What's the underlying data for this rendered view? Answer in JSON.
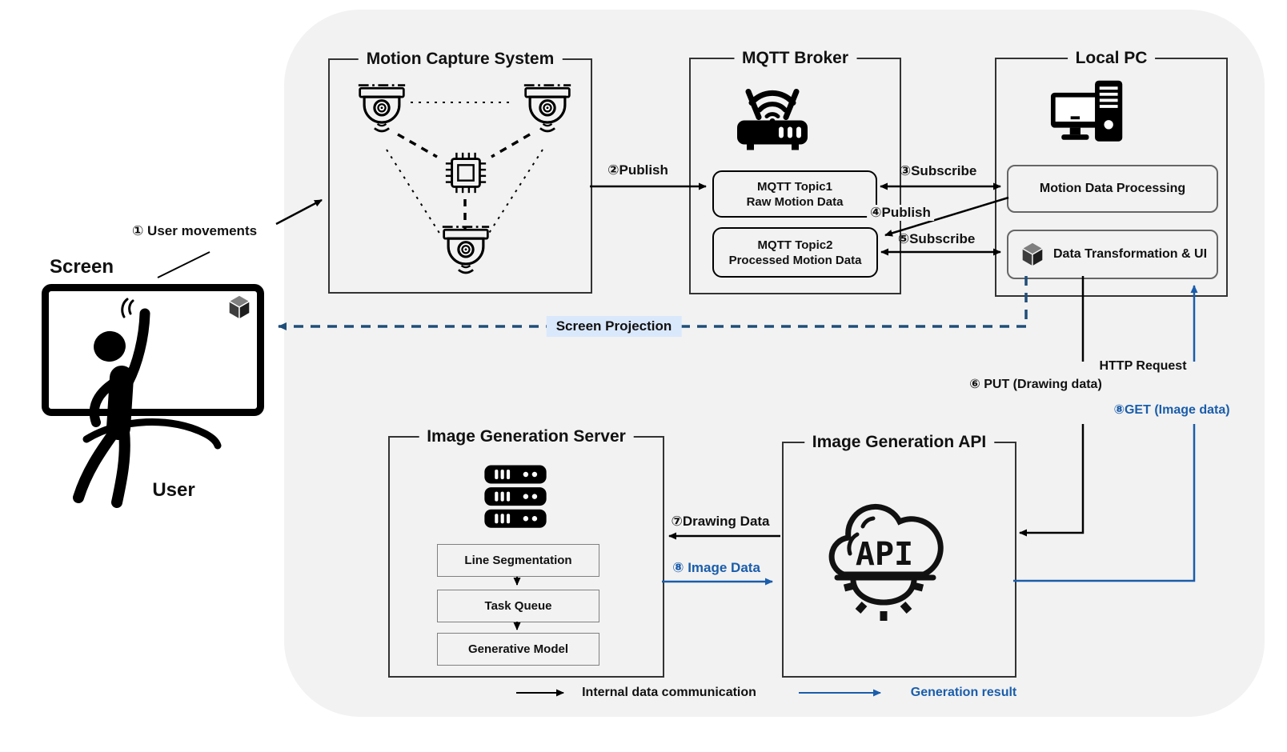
{
  "labels": {
    "screen": "Screen",
    "user": "User",
    "http_request": "HTTP Request",
    "screen_projection": "Screen Projection",
    "legend_internal": "Internal data communication",
    "legend_generation": "Generation result"
  },
  "edges": {
    "user_movements": "① User movements",
    "publish2": "②Publish",
    "subscribe3": "③Subscribe",
    "publish4": "④Publish",
    "subscribe5": "⑤Subscribe",
    "put6": "⑥ PUT (Drawing data)",
    "drawing7": "⑦Drawing Data",
    "image8": "⑧ Image Data",
    "get8": "⑧GET (Image data)"
  },
  "nodes": {
    "motion_capture": {
      "title": "Motion Capture System"
    },
    "mqtt_broker": {
      "title": "MQTT Broker",
      "topic1_line1": "MQTT Topic1",
      "topic1_line2": "Raw Motion Data",
      "topic2_line1": "MQTT Topic2",
      "topic2_line2": "Processed Motion Data"
    },
    "local_pc": {
      "title": "Local PC",
      "box1": "Motion Data Processing",
      "box2": "Data Transformation & UI"
    },
    "image_server": {
      "title": "Image Generation Server",
      "step1": "Line Segmentation",
      "step2": "Task Queue",
      "step3": "Generative Model"
    },
    "image_api": {
      "title": "Image Generation API",
      "icon_text": "API"
    }
  },
  "colors": {
    "arrow_black": "#000000",
    "generation_blue": "#1a5dab",
    "projection_blue": "#1f4e79",
    "projection_label_bg": "#dae8fc",
    "container_bg": "#f2f2f2"
  }
}
